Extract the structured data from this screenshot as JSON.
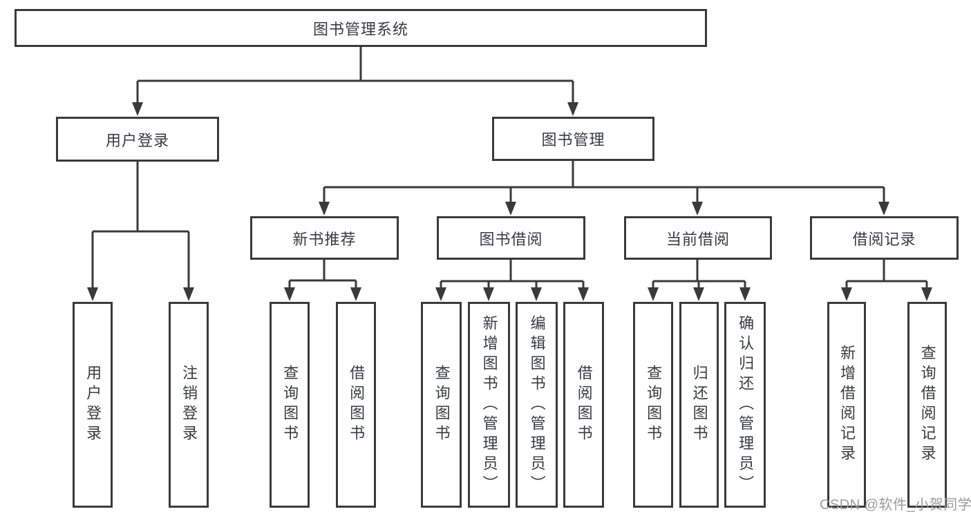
{
  "colors": {
    "line": "#3a3a3a",
    "box_border": "#3a3a3a",
    "text": "#383b40",
    "watermark": "#9b9b9b",
    "background": "#ffffff"
  },
  "tree": {
    "root": {
      "label": "图书管理系统"
    },
    "user_login": {
      "label": "用户登录",
      "children": [
        {
          "label": "用户登录"
        },
        {
          "label": "注销登录"
        }
      ]
    },
    "book_management": {
      "label": "图书管理",
      "sections": [
        {
          "label": "新书推荐",
          "children": [
            {
              "label": "查询图书"
            },
            {
              "label": "借阅图书"
            }
          ]
        },
        {
          "label": "图书借阅",
          "children": [
            {
              "label": "查询图书"
            },
            {
              "label": "新增图书（管理员）"
            },
            {
              "label": "编辑图书（管理员）"
            },
            {
              "label": "借阅图书"
            }
          ]
        },
        {
          "label": "当前借阅",
          "children": [
            {
              "label": "查询图书"
            },
            {
              "label": "归还图书"
            },
            {
              "label": "确认归还（管理员）"
            }
          ]
        },
        {
          "label": "借阅记录",
          "children": [
            {
              "label": "新增借阅记录"
            },
            {
              "label": "查询借阅记录"
            }
          ]
        }
      ]
    }
  },
  "watermark": {
    "text": "CSDN @软件_小贺同学"
  }
}
